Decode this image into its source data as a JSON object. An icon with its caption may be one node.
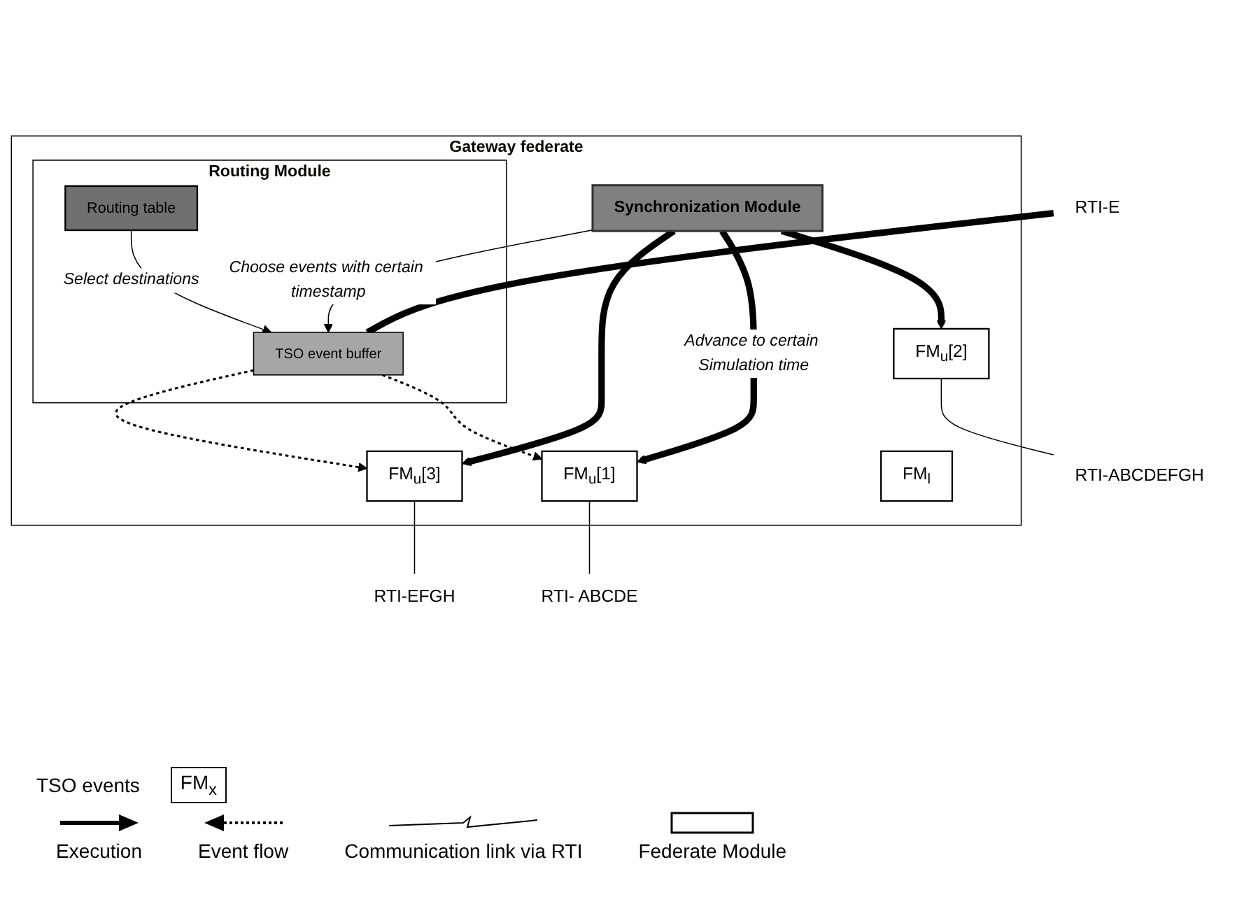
{
  "diagram": {
    "nodes": [
      {
        "text": [
          "RTI-ABCDEFGH"
        ]
      },
      {
        "text": [
          "Gateway federate"
        ]
      },
      {
        "text": [
          "FM$_{u}$[2]"
        ],
        "in": 1
      },
      {
        "text": [
          "Synchronization Module"
        ],
        "in": 1
      },
      {
        "text": [
          "RTI- ABCDE"
        ]
      },
      {
        "text": [
          "FM$_{u}$[1]"
        ],
        "in": 1
      },
      {
        "text": [
          "FM$_{u}$[3]"
        ],
        "in": 1
      },
      {
        "text": [
          "RTI-EFGH"
        ]
      },
      {
        "text": [
          "Routing Module"
        ],
        "in": 1
      },
      {
        "text": [
          "Routing table"
        ],
        "in": 8
      },
      {
        "text": [
          "TSO event buffer"
        ],
        "in": 8
      },
      {
        "text": [
          "FM$_{l}$"
        ],
        "in": 1
      },
      {
        "text": [
          "RTI-E"
        ]
      }
    ],
    "edges": [
      {
        "from": 3,
        "to": 2,
        "arrow": "to",
        "style": "thick"
      },
      {
        "from": 3,
        "to": 5,
        "arrow": "to",
        "style": "thick",
        "label": "Advance to certain Simulation time"
      },
      {
        "from": 3,
        "to": 6,
        "arrow": "to",
        "style": "thick"
      },
      {
        "from": 3,
        "to": 10,
        "arrow": "to",
        "label": "Choose events with certain timestamp"
      },
      {
        "from": 10,
        "to": 5,
        "arrow": "to",
        "style": "dashed"
      },
      {
        "from": 10,
        "to": 6,
        "arrow": "to",
        "style": "dashed"
      },
      {
        "from": 9,
        "to": 10,
        "arrow": "to",
        "label": "Select destinations"
      },
      {
        "from": 2,
        "to": 0,
        "arrow": "none"
      },
      {
        "from": 5,
        "to": 4,
        "arrow": "none"
      },
      {
        "from": 6,
        "to": 7,
        "arrow": "none"
      },
      {
        "from": 12,
        "to": 10,
        "arrow": "none",
        "style": "thick"
      }
    ],
    "labels": [
      "TSO events",
      "FM$_{x}$"
    ],
    "legend": [
      {
        "text": "Execution"
      },
      {
        "text": "Event flow"
      },
      {
        "text": "Communication link via RTI"
      },
      {
        "text": "Federate Module"
      }
    ]
  }
}
